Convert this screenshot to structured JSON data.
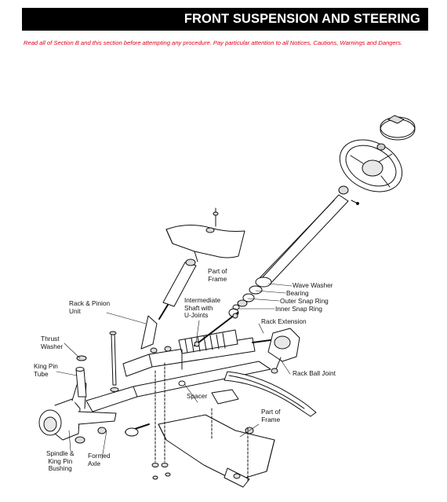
{
  "header": {
    "title": "FRONT SUSPENSION AND STEERING"
  },
  "notice": "Read all of Section B and this section before attempting any procedure. Pay particular attention to all Notices, Cautions, Warnings and Dangers.",
  "colors": {
    "header_bg": "#000000",
    "header_text": "#ffffff",
    "notice_text": "#e0001b",
    "line_art": "#111111"
  },
  "labels": {
    "part_of_frame_top": [
      "Part of",
      "Frame"
    ],
    "wave_washer": "Wave Washer",
    "bearing": "Bearing",
    "outer_snap_ring": "Outer Snap Ring",
    "inner_snap_ring": "Inner Snap Ring",
    "rack_pinion_unit": [
      "Rack & Pinion",
      "Unit"
    ],
    "intermediate_shaft": [
      "Intermediate",
      "Shaft with",
      "U-Joints"
    ],
    "rack_extension": "Rack Extension",
    "thrust_washer": [
      "Thrust",
      "Washer"
    ],
    "king_pin_tube": [
      "King Pin",
      "Tube"
    ],
    "rack_ball_joint": "Rack Ball Joint",
    "spacer": "Spacer",
    "part_of_frame_bottom": [
      "Part of",
      "Frame"
    ],
    "spindle_king_pin_bushing": [
      "Spindle &",
      "King Pin",
      "Bushing"
    ],
    "formed_axle": [
      "Formed",
      "Axle"
    ]
  }
}
